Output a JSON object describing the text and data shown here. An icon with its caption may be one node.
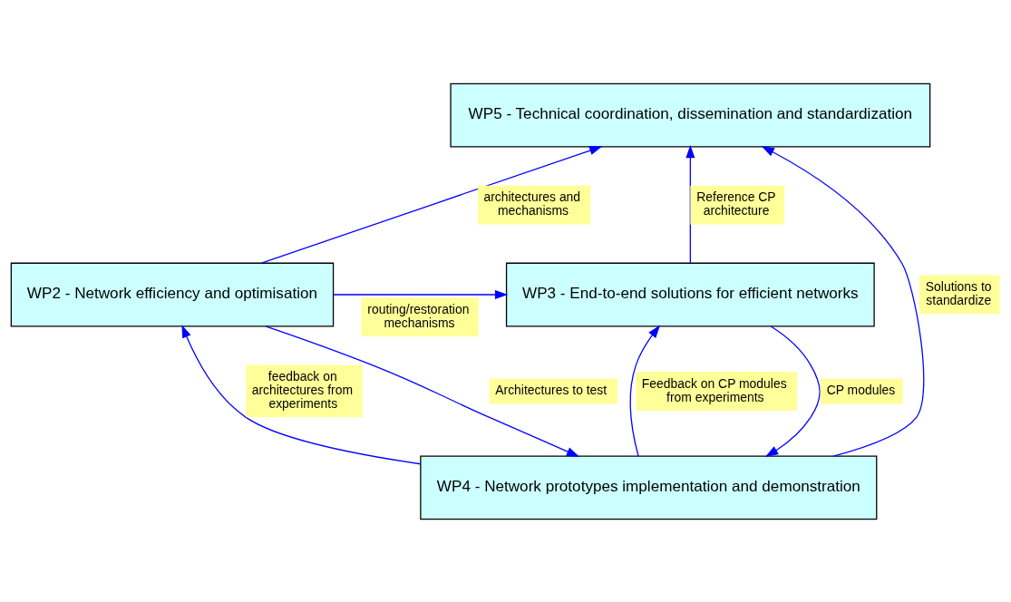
{
  "diagram": {
    "nodes": [
      {
        "text": [
          "WP5 - Technical coordination, dissemination and standardization"
        ]
      },
      {
        "text": [
          "WP2 - Network efficiency and optimisation"
        ]
      },
      {
        "text": [
          "WP3 - End-to-end solutions for efficient networks"
        ]
      },
      {
        "text": [
          "WP4 - Network prototypes implementation and demonstration"
        ]
      }
    ],
    "edges": [
      {
        "from": 1,
        "to": 0,
        "arrow": "to",
        "label": "architectures and mechanisms"
      },
      {
        "from": 2,
        "to": 0,
        "arrow": "to",
        "label": "Reference CP architecture"
      },
      {
        "from": 1,
        "to": 2,
        "arrow": "to",
        "label": "routing/restoration mechanisms"
      },
      {
        "from": 2,
        "to": 3,
        "arrow": "to",
        "label": "CP modules"
      },
      {
        "from": 3,
        "to": 1,
        "arrow": "to",
        "label": "feedback on architectures from experiments"
      },
      {
        "from": 3,
        "to": 2,
        "arrow": "to",
        "label": "Feedback on CP modules from experiments"
      },
      {
        "from": 1,
        "to": 3,
        "arrow": "to",
        "label": "Architectures to test"
      },
      {
        "from": 3,
        "to": 0,
        "arrow": "to",
        "label": "Solutions to standardize"
      }
    ]
  }
}
